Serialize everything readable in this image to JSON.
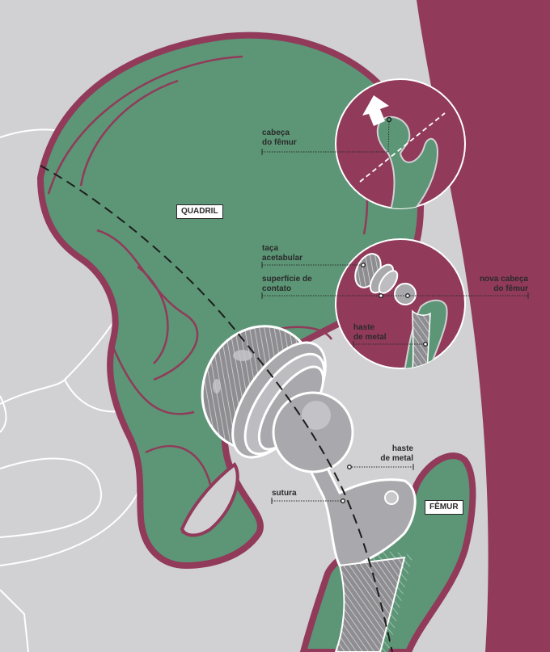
{
  "labels": {
    "cabeca_femur": [
      "cabeça",
      "do fêmur"
    ],
    "quadril": "QUADRIL",
    "taca": [
      "taça",
      "acetabular"
    ],
    "superficie": [
      "superfície de",
      "contato"
    ],
    "nova_cabeca": [
      "nova cabeça",
      "do fêmur"
    ],
    "haste_inset": [
      "haste",
      "de metal"
    ],
    "haste_main": [
      "haste",
      "de metal"
    ],
    "sutura": "sutura",
    "femur": "FÊMUR"
  },
  "colors": {
    "background": "#d1d1d3",
    "bone": "#5c9676",
    "outline": "#913a5a",
    "metal": "#a9a9ad",
    "label_text": "#2a2a2a"
  }
}
